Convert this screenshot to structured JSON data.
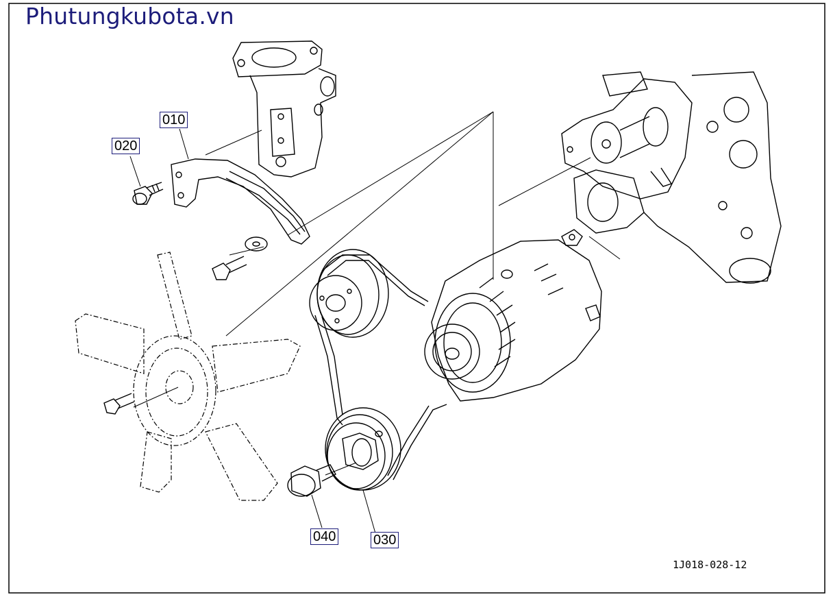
{
  "watermark": "Phutungkubota.vn",
  "reference_code": "1J018-028-12",
  "callouts": [
    {
      "id": "010",
      "label": "010"
    },
    {
      "id": "020",
      "label": "020"
    },
    {
      "id": "030",
      "label": "030"
    },
    {
      "id": "040",
      "label": "040"
    }
  ],
  "colors": {
    "watermark": "#1c1c7a",
    "line": "#000000",
    "callout_border": "#1c1c7a"
  }
}
